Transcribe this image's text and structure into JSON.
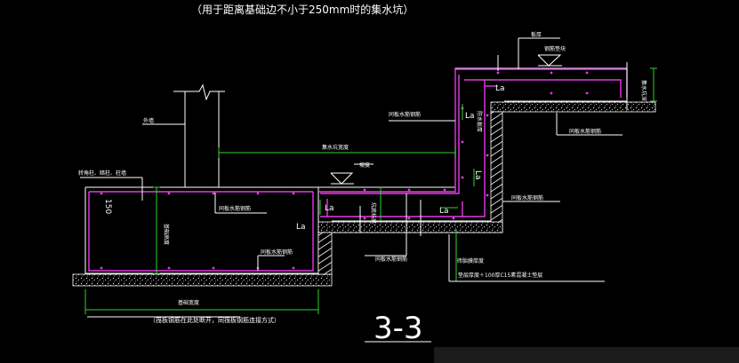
{
  "title": "（用于距离基础边不小于250mm时的集水坑）",
  "section_label": "3-3",
  "labels": {
    "jike_kuan": "集水坑宽度",
    "fangshui_banhou": "防水板厚",
    "waiqiang": "外墙",
    "zhuanjiao_top": "转角柱、暗柱、柱墙",
    "jichu_kuan": "基础宽度",
    "podu": "坡度",
    "kengdi_biaogao": "坑底标高",
    "jichu_gao": "基础高度",
    "fangshui_gangjin_1": "同板水筋钢筋",
    "fangshui_gangjin_2": "同板水筋钢筋",
    "fangshui_gangjin_3": "同板水筋钢筋",
    "fangshui_gangjin_4": "同板水筋钢筋",
    "fangshui_gangjin_5": "同板水筋钢筋",
    "fangshui_gangjin_6": "同板水筋钢筋",
    "dianceng_text": "钢筋垫块",
    "banhou": "板厚",
    "zhoudian": "砖胎膜厚度",
    "dianceng_note": "垫层厚度＋100厚C15素混凝土垫层",
    "dim_150": "150",
    "bottom_note": "（筏板钢筋在此处断开，同筏板钢筋连接方式）",
    "jike_kengshen": "集水坑深",
    "la": "La"
  },
  "colors": {
    "background": "#000000",
    "outline": "#ffffff",
    "dimension": "#2fd52f",
    "rebar": "#e43be4"
  }
}
